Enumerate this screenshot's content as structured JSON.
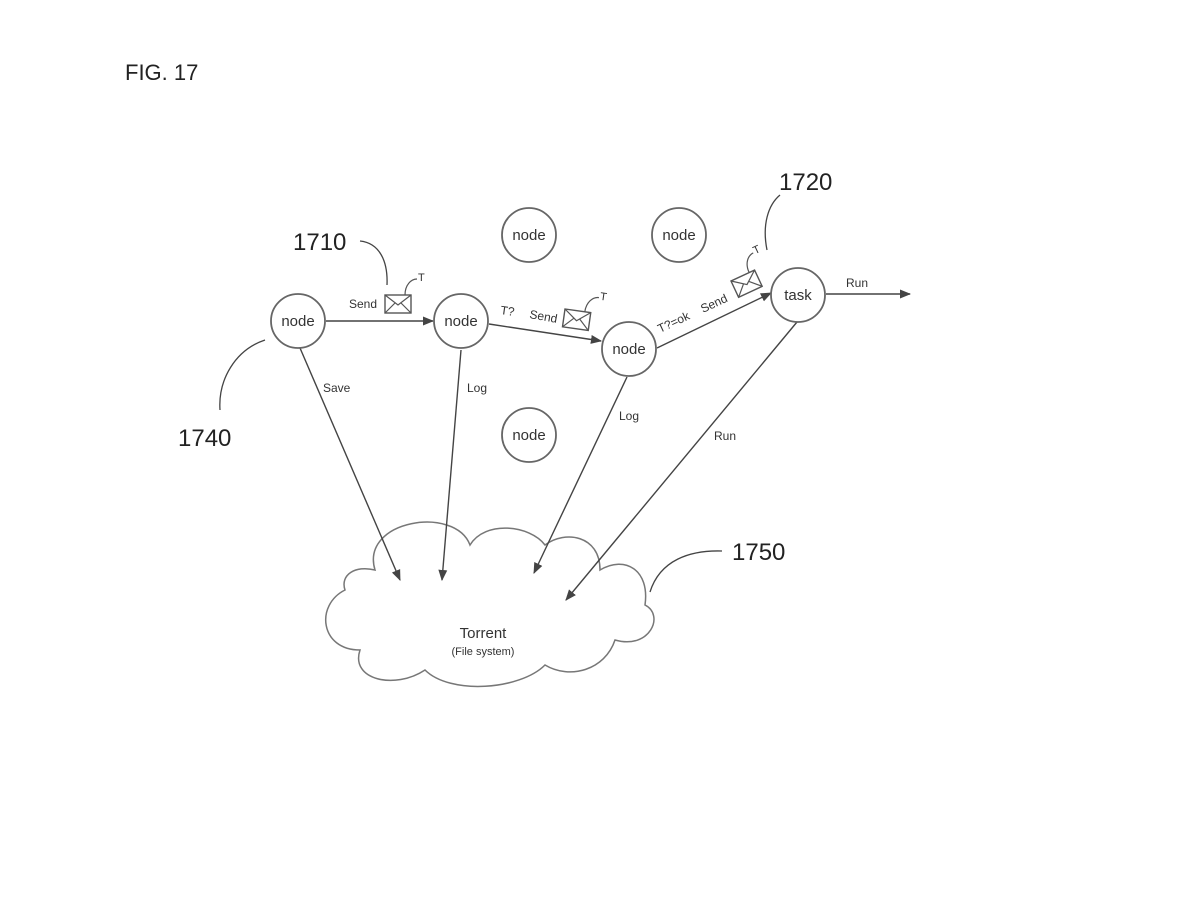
{
  "figure": {
    "title": "FIG. 17"
  },
  "refs": {
    "r1710": "1710",
    "r1720": "1720",
    "r1740": "1740",
    "r1750": "1750"
  },
  "nodes": {
    "n1": "node",
    "n2": "node",
    "n3": "node",
    "task": "task",
    "idle_top1": "node",
    "idle_top2": "node",
    "idle_mid": "node"
  },
  "edges": {
    "send1": "Send",
    "t_q": "T?",
    "send2": "Send",
    "t_ok": "T?=ok",
    "send3": "Send",
    "run_out": "Run",
    "save": "Save",
    "log1": "Log",
    "log2": "Log",
    "run_down": "Run"
  },
  "envelopes": {
    "tag1": "T",
    "tag2": "T",
    "tag3": "T"
  },
  "cloud": {
    "title": "Torrent",
    "subtitle": "(File system)"
  },
  "colors": {
    "stroke": "#555555",
    "text": "#333333"
  }
}
